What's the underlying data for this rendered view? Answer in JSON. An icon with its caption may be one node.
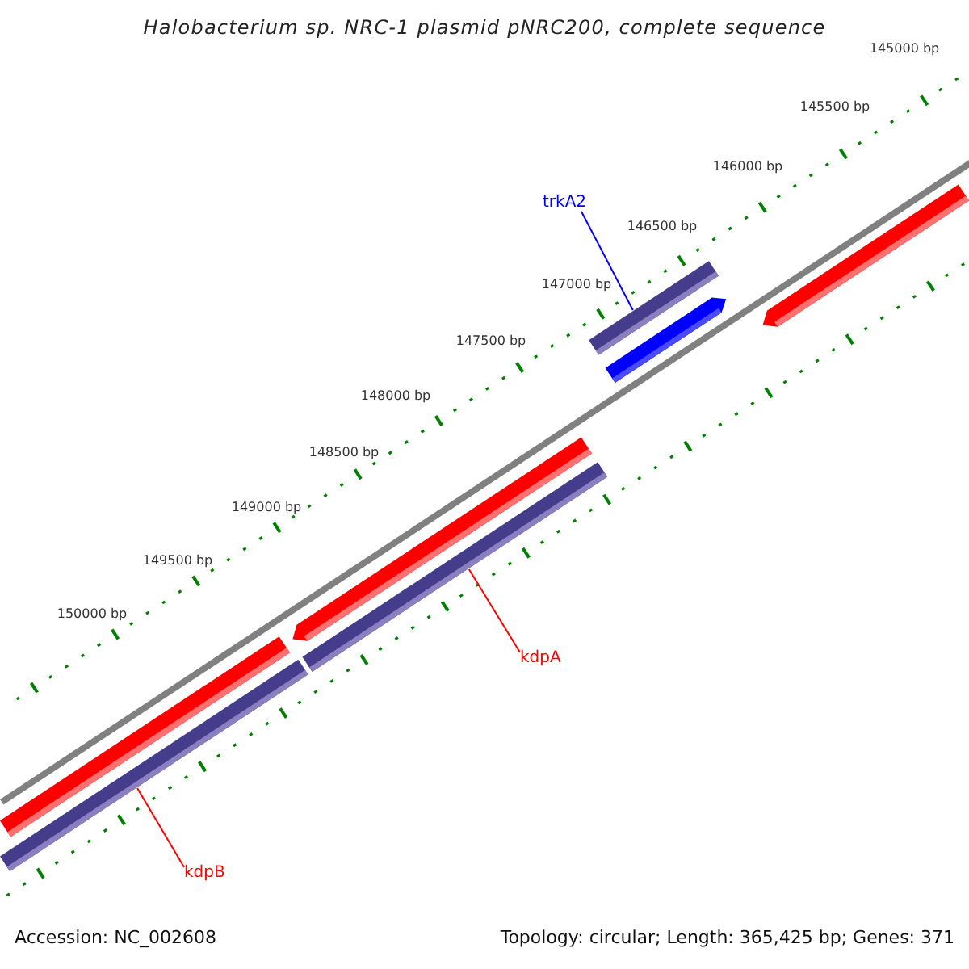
{
  "diagram": {
    "title": "Halobacterium sp. NRC-1 plasmid pNRC200, complete sequence",
    "nodes": [
      {
        "text": [
          "trkA2"
        ]
      },
      {
        "text": [],
        "shape": "bar"
      },
      {
        "text": [
          "kdpA"
        ]
      },
      {
        "text": [],
        "shape": "bar"
      },
      {
        "text": [
          "kdpB"
        ]
      },
      {
        "text": [],
        "shape": "bar"
      }
    ],
    "edges": [
      {
        "from": 0,
        "to": 1,
        "arrow": "none",
        "color": "#0000ff"
      },
      {
        "from": 2,
        "to": 3,
        "arrow": "none"
      },
      {
        "from": 4,
        "to": 5,
        "arrow": "none"
      }
    ],
    "labels": [
      "145000 bp",
      "145500 bp",
      "146000 bp",
      "146500 bp",
      "147000 bp",
      "147500 bp",
      "148000 bp",
      "148500 bp",
      "149000 bp",
      "149500 bp",
      "150000 bp",
      "Accession: NC_002608",
      "Topology: circular; Length: 365,425 bp; Genes: 371"
    ]
  }
}
